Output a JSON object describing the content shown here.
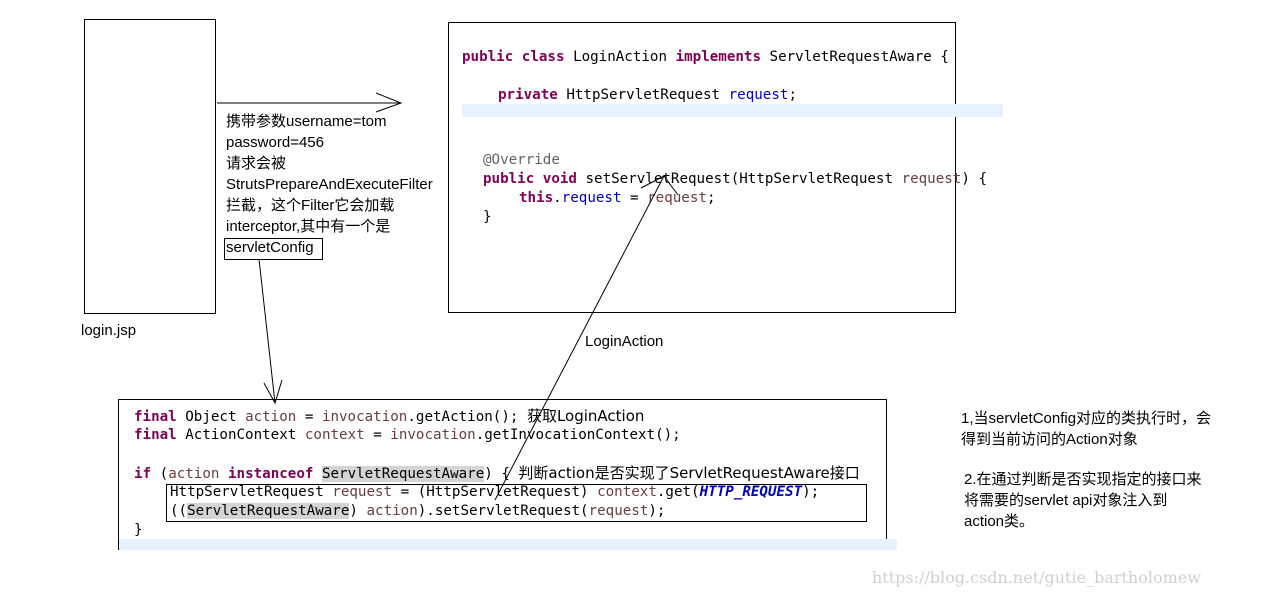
{
  "login_box": {
    "caption": "login.jsp"
  },
  "flow_note": {
    "lines": [
      "携带参数username=tom",
      "password=456",
      "请求会被",
      "StrutsPrepareAndExecuteFilter",
      "拦截，这个Filter它会加载",
      "interceptor,其中有一个是"
    ],
    "boxed": "servletConfig"
  },
  "action_box": {
    "caption": "LoginAction",
    "code": {
      "l1": {
        "kw1": "public",
        "kw2": "class",
        "name": "LoginAction",
        "kw3": "implements",
        "iface": "ServletRequestAware",
        "brace": "{"
      },
      "l2": {
        "kw": "private",
        "type": "HttpServletRequest",
        "field": "request",
        "end": ";"
      },
      "l3": {
        "ann": "@Override"
      },
      "l4": {
        "kw1": "public",
        "kw2": "void",
        "method": "setServletRequest(HttpServletRequest",
        "param": "request",
        "end": ") {"
      },
      "l5": {
        "kw": "this",
        "dot": ".",
        "field": "request",
        "eq": " = ",
        "param": "request",
        "end": ";"
      },
      "l6": {
        "brace": "}"
      }
    }
  },
  "interceptor_box": {
    "code": {
      "l1": {
        "kw": "final",
        "type": "Object",
        "var": "action",
        "eq": " = ",
        "obj": "invocation",
        "call": ".getAction();",
        "comment": "获取LoginAction"
      },
      "l2": {
        "kw": "final",
        "type": "ActionContext",
        "var": "context",
        "eq": " = ",
        "obj": "invocation",
        "call": ".getInvocationContext();"
      },
      "l3": {
        "kw": "if",
        "open": "(",
        "var": "action",
        "kw2": "instanceof",
        "iface": "ServletRequestAware",
        "close": ") {",
        "comment": "判断action是否实现了ServletRequestAware接口"
      },
      "l4": {
        "type": "HttpServletRequest",
        "var": "request",
        "eq": " = (HttpServletRequest) ",
        "obj": "context",
        "call": ".get(",
        "const": "HTTP_REQUEST",
        "end": ");"
      },
      "l5": {
        "open": "((",
        "iface": "ServletRequestAware",
        "mid": ") ",
        "var": "action",
        "call": ").setServletRequest(",
        "param": "request",
        "end": ");"
      },
      "l6": {
        "brace": "}"
      }
    }
  },
  "side_notes": {
    "note1": [
      "1,当servletConfig对应的类执行时，会",
      "得到当前访问的Action对象"
    ],
    "note2": [
      "2.在通过判断是否实现指定的接口来",
      "将需要的servlet api对象注入到",
      "action类。"
    ]
  },
  "watermark": "https://blog.csdn.net/gutie_bartholomew"
}
